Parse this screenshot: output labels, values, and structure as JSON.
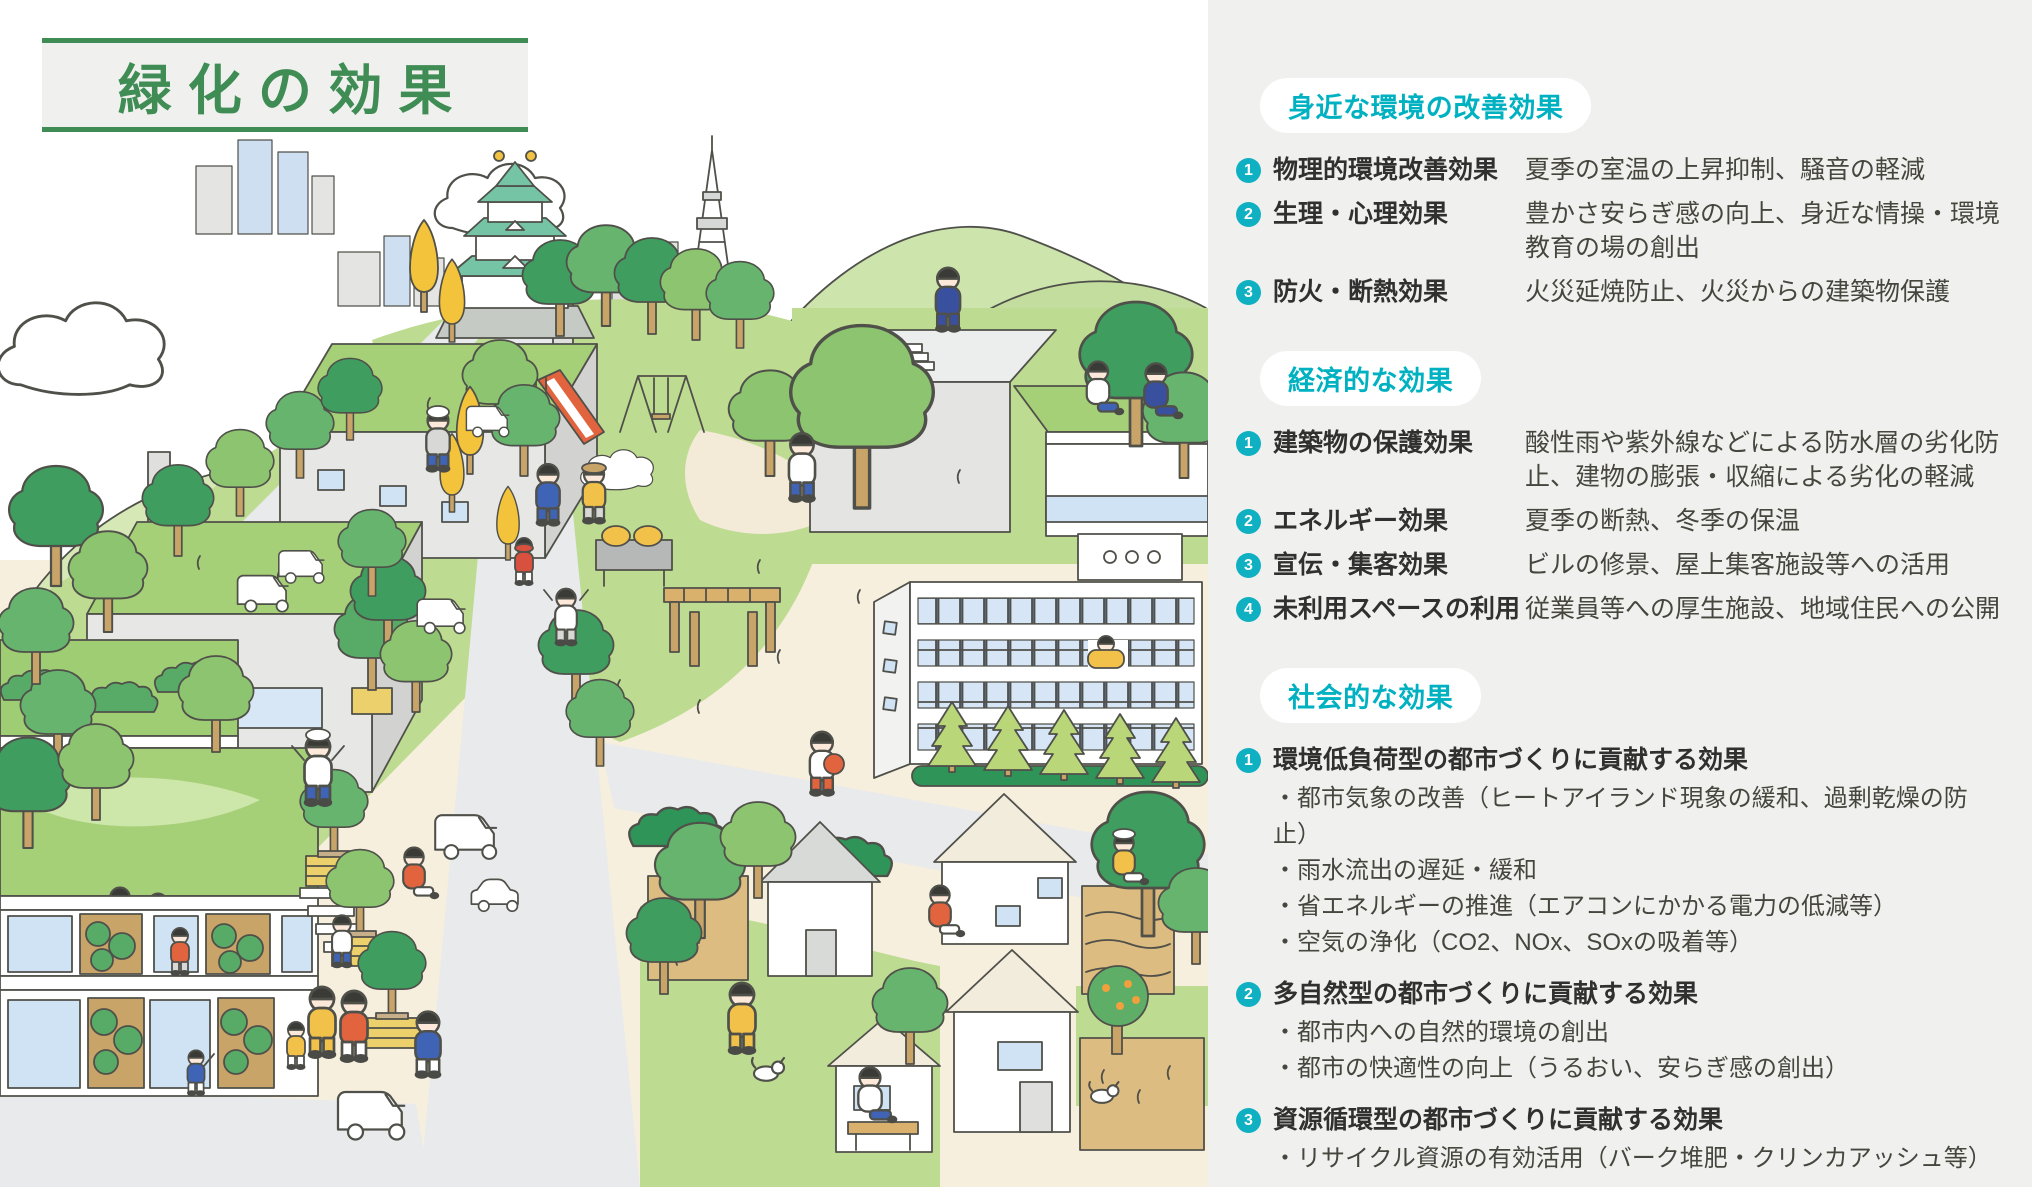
{
  "title": "緑化の効果",
  "panel": {
    "sections": [
      {
        "heading": "身近な環境の改善効果",
        "items": [
          {
            "num": "1",
            "label": "物理的環境改善効果",
            "desc": "夏季の室温の上昇抑制、騒音の軽減"
          },
          {
            "num": "2",
            "label": "生理・心理効果",
            "desc": "豊かさ安らぎ感の向上、身近な情操・環境教育の場の創出"
          },
          {
            "num": "3",
            "label": "防火・断熱効果",
            "desc": "火災延焼防止、火災からの建築物保護"
          }
        ]
      },
      {
        "heading": "経済的な効果",
        "items": [
          {
            "num": "1",
            "label": "建築物の保護効果",
            "desc": "酸性雨や紫外線などによる防水層の劣化防止、建物の膨張・収縮による劣化の軽減"
          },
          {
            "num": "2",
            "label": "エネルギー効果",
            "desc": "夏季の断熱、冬季の保温"
          },
          {
            "num": "3",
            "label": "宣伝・集客効果",
            "desc": "ビルの修景、屋上集客施設等への活用"
          },
          {
            "num": "4",
            "label": "未利用スペースの利用",
            "desc": "従業員等への厚生施設、地域住民への公開"
          }
        ]
      },
      {
        "heading": "社会的な効果",
        "items": [
          {
            "num": "1",
            "label": "環境低負荷型の都市づくりに貢献する効果",
            "bullets": [
              "・都市気象の改善（ヒートアイランド現象の緩和、過剰乾燥の防止）",
              "・雨水流出の遅延・緩和",
              "・省エネルギーの推進（エアコンにかかる電力の低減等）",
              "・空気の浄化（CO2、NOx、SOxの吸着等）"
            ]
          },
          {
            "num": "2",
            "label": "多自然型の都市づくりに貢献する効果",
            "bullets": [
              "・都市内への自然的環境の創出",
              "・都市の快適性の向上（うるおい、安らぎ感の創出）"
            ]
          },
          {
            "num": "3",
            "label": "資源循環型の都市づくりに貢献する効果",
            "bullets": [
              "・リサイクル資源の有効活用（バーク堆肥・クリンカアッシュ等）"
            ]
          }
        ]
      }
    ]
  },
  "illustration": {
    "type": "hand-drawn town scene showing urban greening",
    "elements": [
      "castle",
      "tv-tower",
      "city-skyline",
      "hills",
      "factory-with-green-roof",
      "smoke-clouds",
      "park",
      "playground-slide",
      "swing-set",
      "barbecue",
      "pergola",
      "school-with-rooftop-garden",
      "office-building",
      "street-trees",
      "yellow-planter-boxes",
      "community-building-with-wall-and-roof-greening",
      "houses-with-gardens",
      "vegetable-patches",
      "pedestrians",
      "vans-and-cars",
      "dogs"
    ]
  },
  "colors": {
    "accent": "#00b1c1",
    "badge_bg": "#0fb0c1",
    "badge_text": "#ffffff",
    "title_green": "#3f8c55",
    "panel_bg": "#f0f0ee",
    "pill_bg": "#ffffff",
    "label_text": "#303030",
    "body_text": "#46463f",
    "grass": "#bedb92",
    "roof_grass": "#a6d077",
    "hill": "#d6e8b6",
    "tree_dark": "#3f9d5f",
    "tree_mid": "#67b46f",
    "tree_light": "#8cc46f",
    "tree_yellow": "#f4c33c",
    "ground_cream": "#f7efdd",
    "road_gray": "#e9eaec",
    "window_blue": "#cfe3f5",
    "castle_roof_teal": "#74c4a5"
  }
}
